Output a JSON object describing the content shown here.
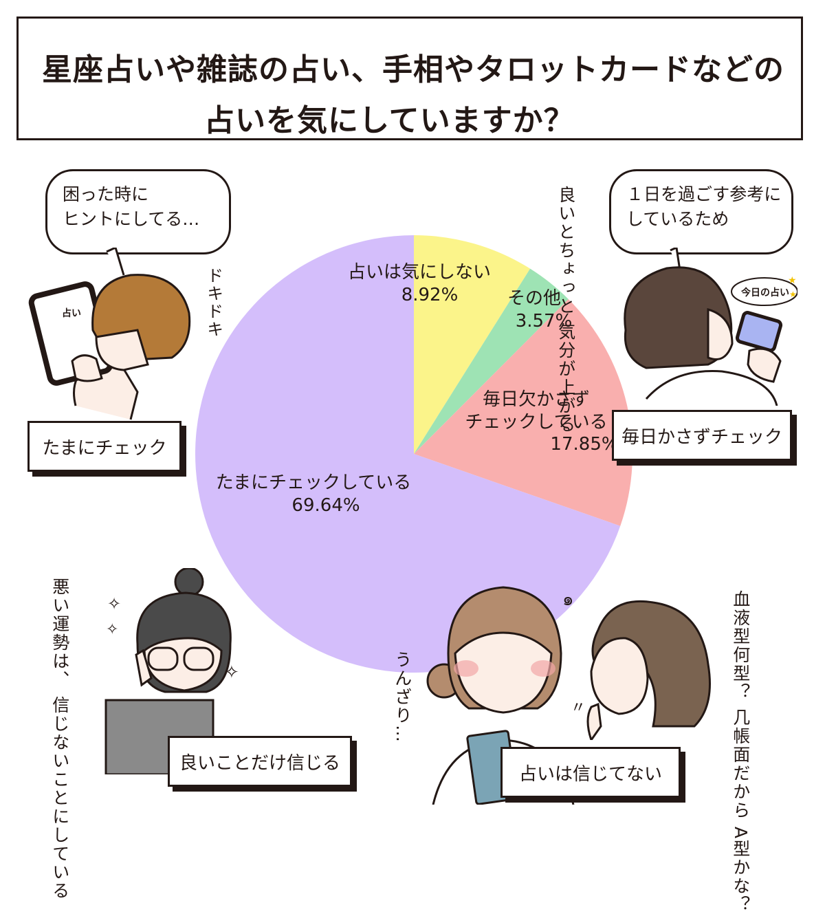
{
  "title": {
    "line1": "星座占いや雑誌の占い、手相やタロットカードなどの",
    "line2": "占いを気にしていますか？"
  },
  "chart_data": {
    "type": "pie",
    "title": "星座占いや雑誌の占い、手相やタロットカードなどの占いを気にしていますか？",
    "slices": [
      {
        "label": "占いは気にしない",
        "value": 8.92,
        "percent_label": "8.92%",
        "color": "#FBF48A"
      },
      {
        "label": "その他",
        "value": 3.57,
        "percent_label": "3.57%",
        "color": "#9EE3B4"
      },
      {
        "label": "毎日欠かさずチェックしている",
        "value": 17.85,
        "percent_label": "17.85%",
        "color": "#F9AFAE"
      },
      {
        "label": "たまにチェックしている",
        "value": 69.64,
        "percent_label": "69.64%",
        "color": "#D4BEFB"
      }
    ],
    "start_angle_deg": 0,
    "direction": "clockwise"
  },
  "pie_labels": {
    "no_care": {
      "line1": "占いは気にしない",
      "pct": "8.92%"
    },
    "other": {
      "line1": "その他",
      "pct": "3.57%"
    },
    "daily": {
      "line1": "毎日欠かさず",
      "line2": "チェックしている",
      "pct": "17.85%"
    },
    "sometimes": {
      "line1": "たまにチェックしている",
      "pct": "69.64%"
    }
  },
  "callouts": {
    "top_left": {
      "bubble_line1": "困った時に",
      "bubble_line2": "ヒントにしてる…",
      "sfx": "ドキドキ",
      "box": "たまにチェック",
      "tablet_text": "占い"
    },
    "top_right": {
      "bubble_line1": "１日を過ごす参考に",
      "bubble_line2": "しているため",
      "side_text_1": "良いとちょっと",
      "side_text_2": "気分が上がる",
      "box": "毎日かさずチェック",
      "phone_text": "今日の占い"
    },
    "bottom_left": {
      "side_text_1": "悪い運勢は、",
      "side_text_2": "信じないことにしている",
      "box": "良いことだけ信じる"
    },
    "bottom_right": {
      "sfx": "うんざり…",
      "side_text_1": "血液型何型？",
      "side_text_2": "几帳面だから",
      "side_text_3": "A型かな？",
      "box": "占いは信じてない"
    }
  },
  "colors": {
    "ink": "#231815",
    "hair_brown": "#B47A38",
    "hair_dark": "#5A463C",
    "hair_gray": "#4A4A4A",
    "hair_light": "#B48C6E",
    "skin": "#FCEEE6",
    "cheek": "#F2A7A7",
    "device_blue": "#A9B4F2",
    "laptop_gray": "#8A8A8A",
    "book_blue": "#7BA4B5"
  }
}
